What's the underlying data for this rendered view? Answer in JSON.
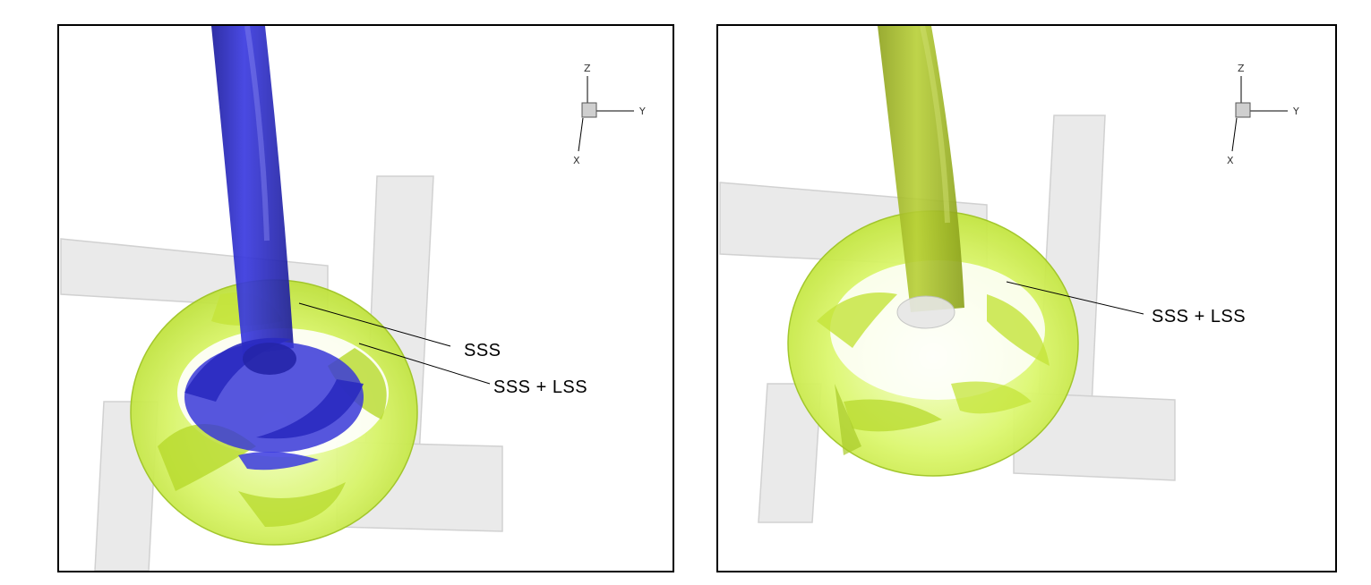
{
  "panels": [
    {
      "id": "left",
      "isosurface_colors": {
        "inner": "#2a2ad6",
        "outer": "#c9ec3a"
      },
      "annotations": [
        "SSS",
        "SSS + LSS"
      ],
      "axis_triad": {
        "z": "Z",
        "y": "Y",
        "x": "X"
      }
    },
    {
      "id": "right",
      "isosurface_colors": {
        "inner": "#a9c42a",
        "outer": "#d4f25a"
      },
      "annotations": [
        "SSS + LSS"
      ],
      "axis_triad": {
        "z": "Z",
        "y": "Y",
        "x": "X"
      }
    }
  ]
}
